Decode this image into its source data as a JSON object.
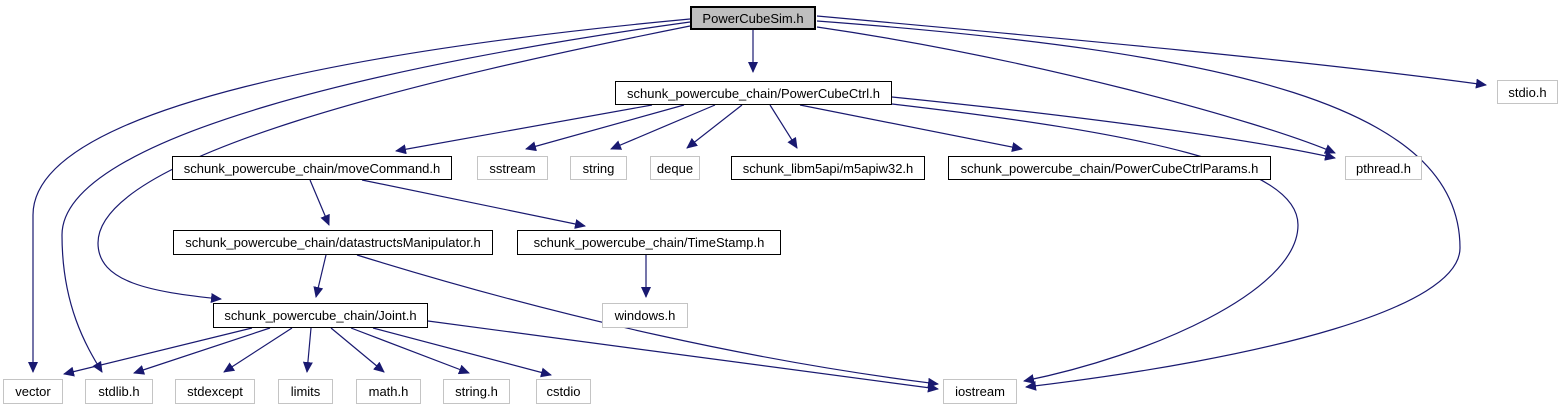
{
  "diagram": {
    "type": "include-dependency-graph",
    "root": "PowerCubeSim.h",
    "colors": {
      "edge": "#191970",
      "root_fill": "#bfbfbf",
      "node_fill": "#ffffff",
      "project_border": "#000000",
      "system_border": "#c4c4c4"
    },
    "nodes": [
      {
        "label": "PowerCubeSim.h",
        "kind": "root"
      },
      {
        "label": "schunk_powercube_chain/PowerCubeCtrl.h",
        "kind": "project"
      },
      {
        "label": "stdio.h",
        "kind": "system"
      },
      {
        "label": "schunk_powercube_chain/moveCommand.h",
        "kind": "project"
      },
      {
        "label": "sstream",
        "kind": "system"
      },
      {
        "label": "string",
        "kind": "system"
      },
      {
        "label": "deque",
        "kind": "system"
      },
      {
        "label": "schunk_libm5api/m5apiw32.h",
        "kind": "project"
      },
      {
        "label": "schunk_powercube_chain/PowerCubeCtrlParams.h",
        "kind": "project"
      },
      {
        "label": "pthread.h",
        "kind": "system"
      },
      {
        "label": "schunk_powercube_chain/datastructsManipulator.h",
        "kind": "project"
      },
      {
        "label": "schunk_powercube_chain/TimeStamp.h",
        "kind": "project"
      },
      {
        "label": "schunk_powercube_chain/Joint.h",
        "kind": "project"
      },
      {
        "label": "windows.h",
        "kind": "system"
      },
      {
        "label": "vector",
        "kind": "system"
      },
      {
        "label": "stdlib.h",
        "kind": "system"
      },
      {
        "label": "stdexcept",
        "kind": "system"
      },
      {
        "label": "limits",
        "kind": "system"
      },
      {
        "label": "math.h",
        "kind": "system"
      },
      {
        "label": "string.h",
        "kind": "system"
      },
      {
        "label": "cstdio",
        "kind": "system"
      },
      {
        "label": "iostream",
        "kind": "system"
      }
    ],
    "edges": [
      {
        "from": "PowerCubeSim.h",
        "to": "schunk_powercube_chain/PowerCubeCtrl.h"
      },
      {
        "from": "PowerCubeSim.h",
        "to": "stdio.h"
      },
      {
        "from": "PowerCubeSim.h",
        "to": "pthread.h"
      },
      {
        "from": "PowerCubeSim.h",
        "to": "iostream"
      },
      {
        "from": "PowerCubeSim.h",
        "to": "vector"
      },
      {
        "from": "PowerCubeSim.h",
        "to": "stdlib.h"
      },
      {
        "from": "PowerCubeSim.h",
        "to": "schunk_powercube_chain/Joint.h"
      },
      {
        "from": "schunk_powercube_chain/PowerCubeCtrl.h",
        "to": "schunk_powercube_chain/moveCommand.h"
      },
      {
        "from": "schunk_powercube_chain/PowerCubeCtrl.h",
        "to": "sstream"
      },
      {
        "from": "schunk_powercube_chain/PowerCubeCtrl.h",
        "to": "string"
      },
      {
        "from": "schunk_powercube_chain/PowerCubeCtrl.h",
        "to": "deque"
      },
      {
        "from": "schunk_powercube_chain/PowerCubeCtrl.h",
        "to": "schunk_libm5api/m5apiw32.h"
      },
      {
        "from": "schunk_powercube_chain/PowerCubeCtrl.h",
        "to": "schunk_powercube_chain/PowerCubeCtrlParams.h"
      },
      {
        "from": "schunk_powercube_chain/PowerCubeCtrl.h",
        "to": "pthread.h"
      },
      {
        "from": "schunk_powercube_chain/PowerCubeCtrl.h",
        "to": "iostream"
      },
      {
        "from": "schunk_powercube_chain/moveCommand.h",
        "to": "schunk_powercube_chain/datastructsManipulator.h"
      },
      {
        "from": "schunk_powercube_chain/moveCommand.h",
        "to": "schunk_powercube_chain/TimeStamp.h"
      },
      {
        "from": "schunk_powercube_chain/datastructsManipulator.h",
        "to": "schunk_powercube_chain/Joint.h"
      },
      {
        "from": "schunk_powercube_chain/datastructsManipulator.h",
        "to": "iostream"
      },
      {
        "from": "schunk_powercube_chain/TimeStamp.h",
        "to": "windows.h"
      },
      {
        "from": "schunk_powercube_chain/Joint.h",
        "to": "vector"
      },
      {
        "from": "schunk_powercube_chain/Joint.h",
        "to": "stdlib.h"
      },
      {
        "from": "schunk_powercube_chain/Joint.h",
        "to": "stdexcept"
      },
      {
        "from": "schunk_powercube_chain/Joint.h",
        "to": "limits"
      },
      {
        "from": "schunk_powercube_chain/Joint.h",
        "to": "math.h"
      },
      {
        "from": "schunk_powercube_chain/Joint.h",
        "to": "string.h"
      },
      {
        "from": "schunk_powercube_chain/Joint.h",
        "to": "cstdio"
      },
      {
        "from": "schunk_powercube_chain/Joint.h",
        "to": "iostream"
      }
    ]
  }
}
